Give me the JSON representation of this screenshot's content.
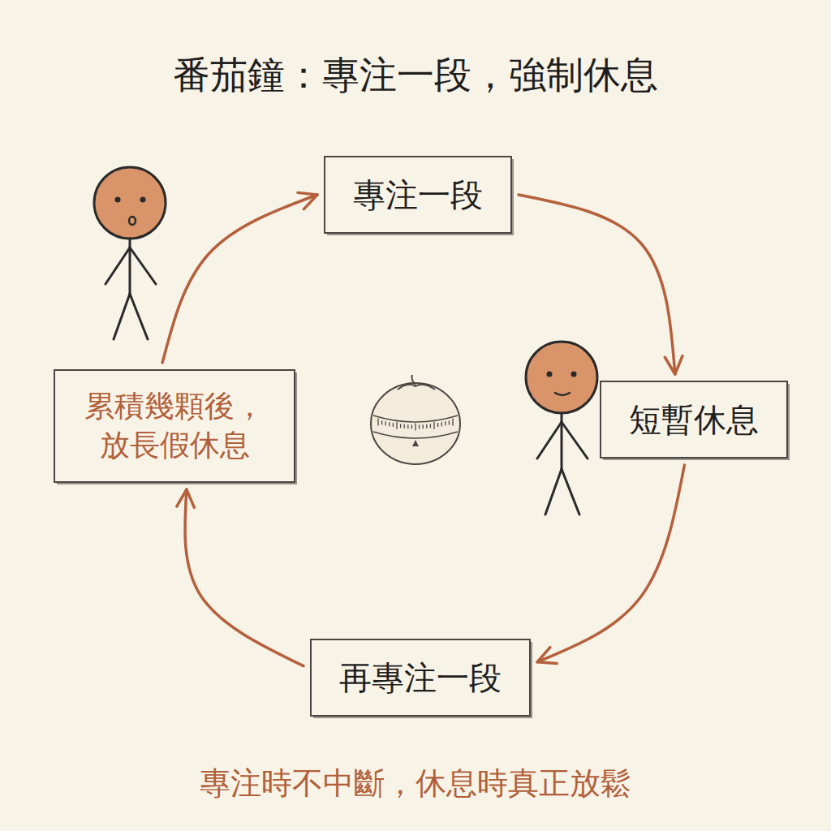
{
  "diagram": {
    "title": "番茄鐘：專注一段，強制休息",
    "caption": "專注時不中斷，休息時真正放鬆",
    "nodes": [
      {
        "text": [
          "專注一段"
        ]
      },
      {
        "text": [
          "累積幾顆後， 放長假休息"
        ]
      },
      {
        "text": [
          "短暫休息"
        ]
      },
      {
        "text": [
          "再專注一段"
        ]
      }
    ],
    "edges": [
      {
        "from": 0,
        "to": 2,
        "arrow": "to"
      },
      {
        "from": 2,
        "to": 3,
        "arrow": "to"
      },
      {
        "from": 3,
        "to": 1,
        "arrow": "to"
      },
      {
        "from": 1,
        "to": 0,
        "arrow": "to"
      }
    ]
  }
}
